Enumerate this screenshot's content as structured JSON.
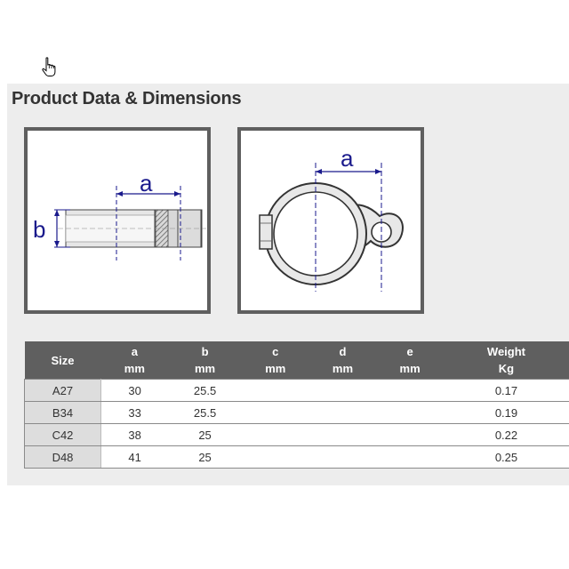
{
  "section": {
    "title": "Product Data & Dimensions"
  },
  "cursor": {
    "icon": "hand-pointer-icon"
  },
  "diagrams": {
    "side": {
      "label_a": "a",
      "label_b": "b"
    },
    "front": {
      "label_a": "a"
    }
  },
  "table": {
    "headers": [
      {
        "line1": "Size",
        "line2": ""
      },
      {
        "line1": "a",
        "line2": "mm"
      },
      {
        "line1": "b",
        "line2": "mm"
      },
      {
        "line1": "c",
        "line2": "mm"
      },
      {
        "line1": "d",
        "line2": "mm"
      },
      {
        "line1": "e",
        "line2": "mm"
      },
      {
        "line1": "Weight",
        "line2": "Kg"
      }
    ],
    "rows": [
      {
        "size": "A27",
        "a": "30",
        "b": "25.5",
        "c": "",
        "d": "",
        "e": "",
        "weight": "0.17"
      },
      {
        "size": "B34",
        "a": "33",
        "b": "25.5",
        "c": "",
        "d": "",
        "e": "",
        "weight": "0.19"
      },
      {
        "size": "C42",
        "a": "38",
        "b": "25",
        "c": "",
        "d": "",
        "e": "",
        "weight": "0.22"
      },
      {
        "size": "D48",
        "a": "41",
        "b": "25",
        "c": "",
        "d": "",
        "e": "",
        "weight": "0.25"
      }
    ]
  },
  "colors": {
    "dimension_line": "#1a1a8c",
    "header_bg": "#5f5f5f",
    "size_cell_bg": "#dddddd",
    "panel_bg": "#ededed"
  }
}
